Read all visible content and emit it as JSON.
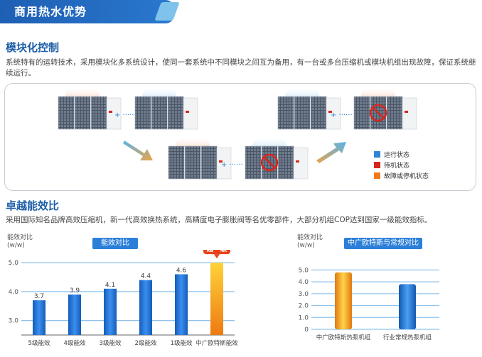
{
  "header": {
    "title": "商用热水优势"
  },
  "section1": {
    "title": "模块化控制",
    "text_line1": "系统特有的运转技术，采用模块化多系统设计，使同一套系统中不同模块之间互为备用，有一台或多台压缩机或模块机组出现故障，保证系统继",
    "text_line2": "续运行。"
  },
  "legend": {
    "items": [
      {
        "label": "运行状态",
        "color": "#2f84d6"
      },
      {
        "label": "待机状态",
        "color": "#d9261c"
      },
      {
        "label": "故障或停机状态",
        "color": "#ee7a1a"
      }
    ]
  },
  "section2": {
    "title": "卓越能效比",
    "text": "采用国际知名品牌高效压缩机，新一代高效换热系统，高精度电子膨胀阀等名优零部件，大部分机组COP达到国家一级能效指标。"
  },
  "chart_data": [
    {
      "type": "bar",
      "title": "能效对比",
      "ylabel": "能效对比\n(w/w)",
      "categories": [
        "5级能效",
        "4级能效",
        "3级能效",
        "2级能效",
        "1级能效",
        "中广欧特斯能效"
      ],
      "values": [
        3.7,
        3.9,
        4.1,
        4.4,
        4.6,
        5.0
      ],
      "value_labels": [
        "3.7",
        "3.9",
        "4.1",
        "4.4",
        "4.6",
        ""
      ],
      "yticks": [
        "3.0",
        "4.0",
        "5.0"
      ],
      "ylim": [
        2.5,
        5.2
      ],
      "badge": "超一级",
      "colors": {
        "normal": "#1f6fd0",
        "highlight": "#f29a12"
      }
    },
    {
      "type": "bar",
      "title": "中广欧特斯与常规对比",
      "ylabel": "能效对比\n(w/w)",
      "categories": [
        "中广欧特斯热泵机组",
        "行业常规热泵机组"
      ],
      "values": [
        4.8,
        3.8
      ],
      "yticks": [
        "0",
        "1.0",
        "2.0",
        "3.0",
        "4.0",
        "5.0"
      ],
      "ylim": [
        0,
        5.5
      ],
      "colors": {
        "first": "#f29a12",
        "second": "#1f6fd0"
      }
    }
  ]
}
